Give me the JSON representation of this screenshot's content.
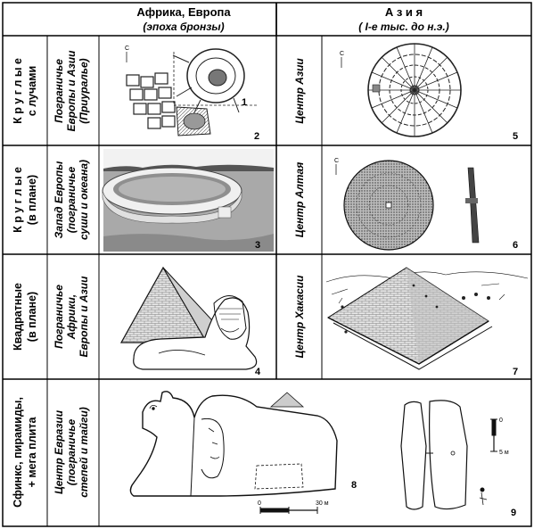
{
  "header": {
    "left_title": "Африка, Европа",
    "left_subtitle": "(эпоха бронзы)",
    "right_title": "А з и я",
    "right_subtitle": "( I-е тыс. до н.э.)"
  },
  "rows": [
    {
      "type_label_1": "К р у г л ы е",
      "type_label_2": "с лучами",
      "left_region_1": "Пограничье",
      "left_region_2": "Европы и Азии",
      "left_region_3": "(Приуралье)",
      "right_region": "Центр Азии",
      "fig_left": "1",
      "fig_left_b": "2",
      "fig_right": "5"
    },
    {
      "type_label_1": "К р у г л ы е",
      "type_label_2": "(в плане)",
      "left_region_1": "Запад Европы",
      "left_region_2": "(пограничье",
      "left_region_3": "суши и океана)",
      "right_region": "Центр Алтая",
      "fig_left": "3",
      "fig_right": "6"
    },
    {
      "type_label_1": "Квадратные",
      "type_label_2": "(в плане)",
      "left_region_1": "Пограничье",
      "left_region_2": "Африки,",
      "left_region_3": "Европы и Азии",
      "right_region": "Центр Хакасии",
      "fig_left": "4",
      "fig_right": "7"
    },
    {
      "type_label_1": "Сфинкс, пирамиды,",
      "type_label_2": "+ мега плита",
      "left_region_1": "Центр Евразии",
      "left_region_2": "(пограничье",
      "left_region_3": "степей и тайги)",
      "fig_left": "8",
      "fig_right": "9"
    }
  ],
  "north_label": "С",
  "scale_left": {
    "start": "0",
    "end": "30 м"
  },
  "scale_right": {
    "top": "0",
    "bottom": "5 м"
  }
}
